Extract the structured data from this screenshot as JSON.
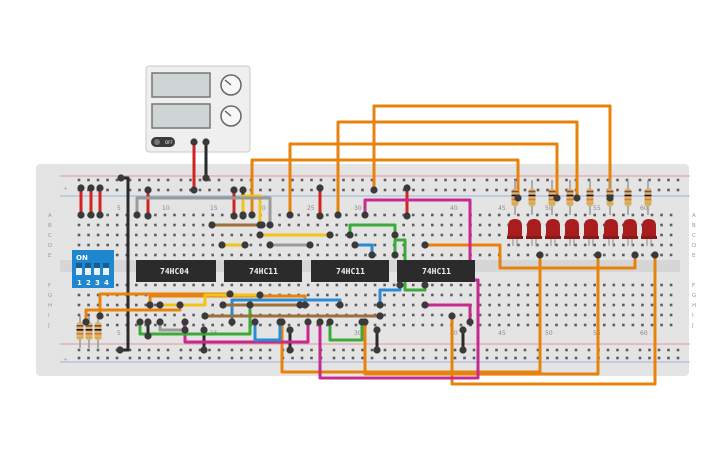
{
  "chips": [
    {
      "label": "74HC04"
    },
    {
      "label": "74HC11"
    },
    {
      "label": "74HC11"
    },
    {
      "label": "74HC11"
    }
  ],
  "breadboard": {
    "top_column_numbers": [
      "5",
      "10",
      "15",
      "20",
      "25",
      "30",
      "40",
      "45",
      "50",
      "55",
      "60"
    ],
    "bottom_column_numbers": [
      "5",
      "15",
      "30",
      "40",
      "45",
      "50",
      "55",
      "60"
    ],
    "rows_top": [
      "A",
      "B",
      "C",
      "D",
      "E"
    ],
    "rows_bottom": [
      "F",
      "G",
      "H",
      "I",
      "J"
    ]
  },
  "dip_switch": {
    "label": "ON",
    "positions": [
      "1",
      "2",
      "3",
      "4"
    ]
  },
  "power_supply": {
    "button_label": "OFF"
  },
  "colors": {
    "board": "#e4e4e4",
    "chip": "#2b2b2b",
    "dip": "#1f86d0",
    "led": "#a81e1e",
    "wire_orange": "#e7830c",
    "wire_magenta": "#c62a8f",
    "wire_green": "#3daa38",
    "wire_blue": "#2a8ad6",
    "wire_yellow": "#f0c419",
    "wire_red": "#d42222",
    "wire_black": "#2a2a2a",
    "wire_gray": "#9a9a9a",
    "wire_brown": "#a0703a"
  }
}
